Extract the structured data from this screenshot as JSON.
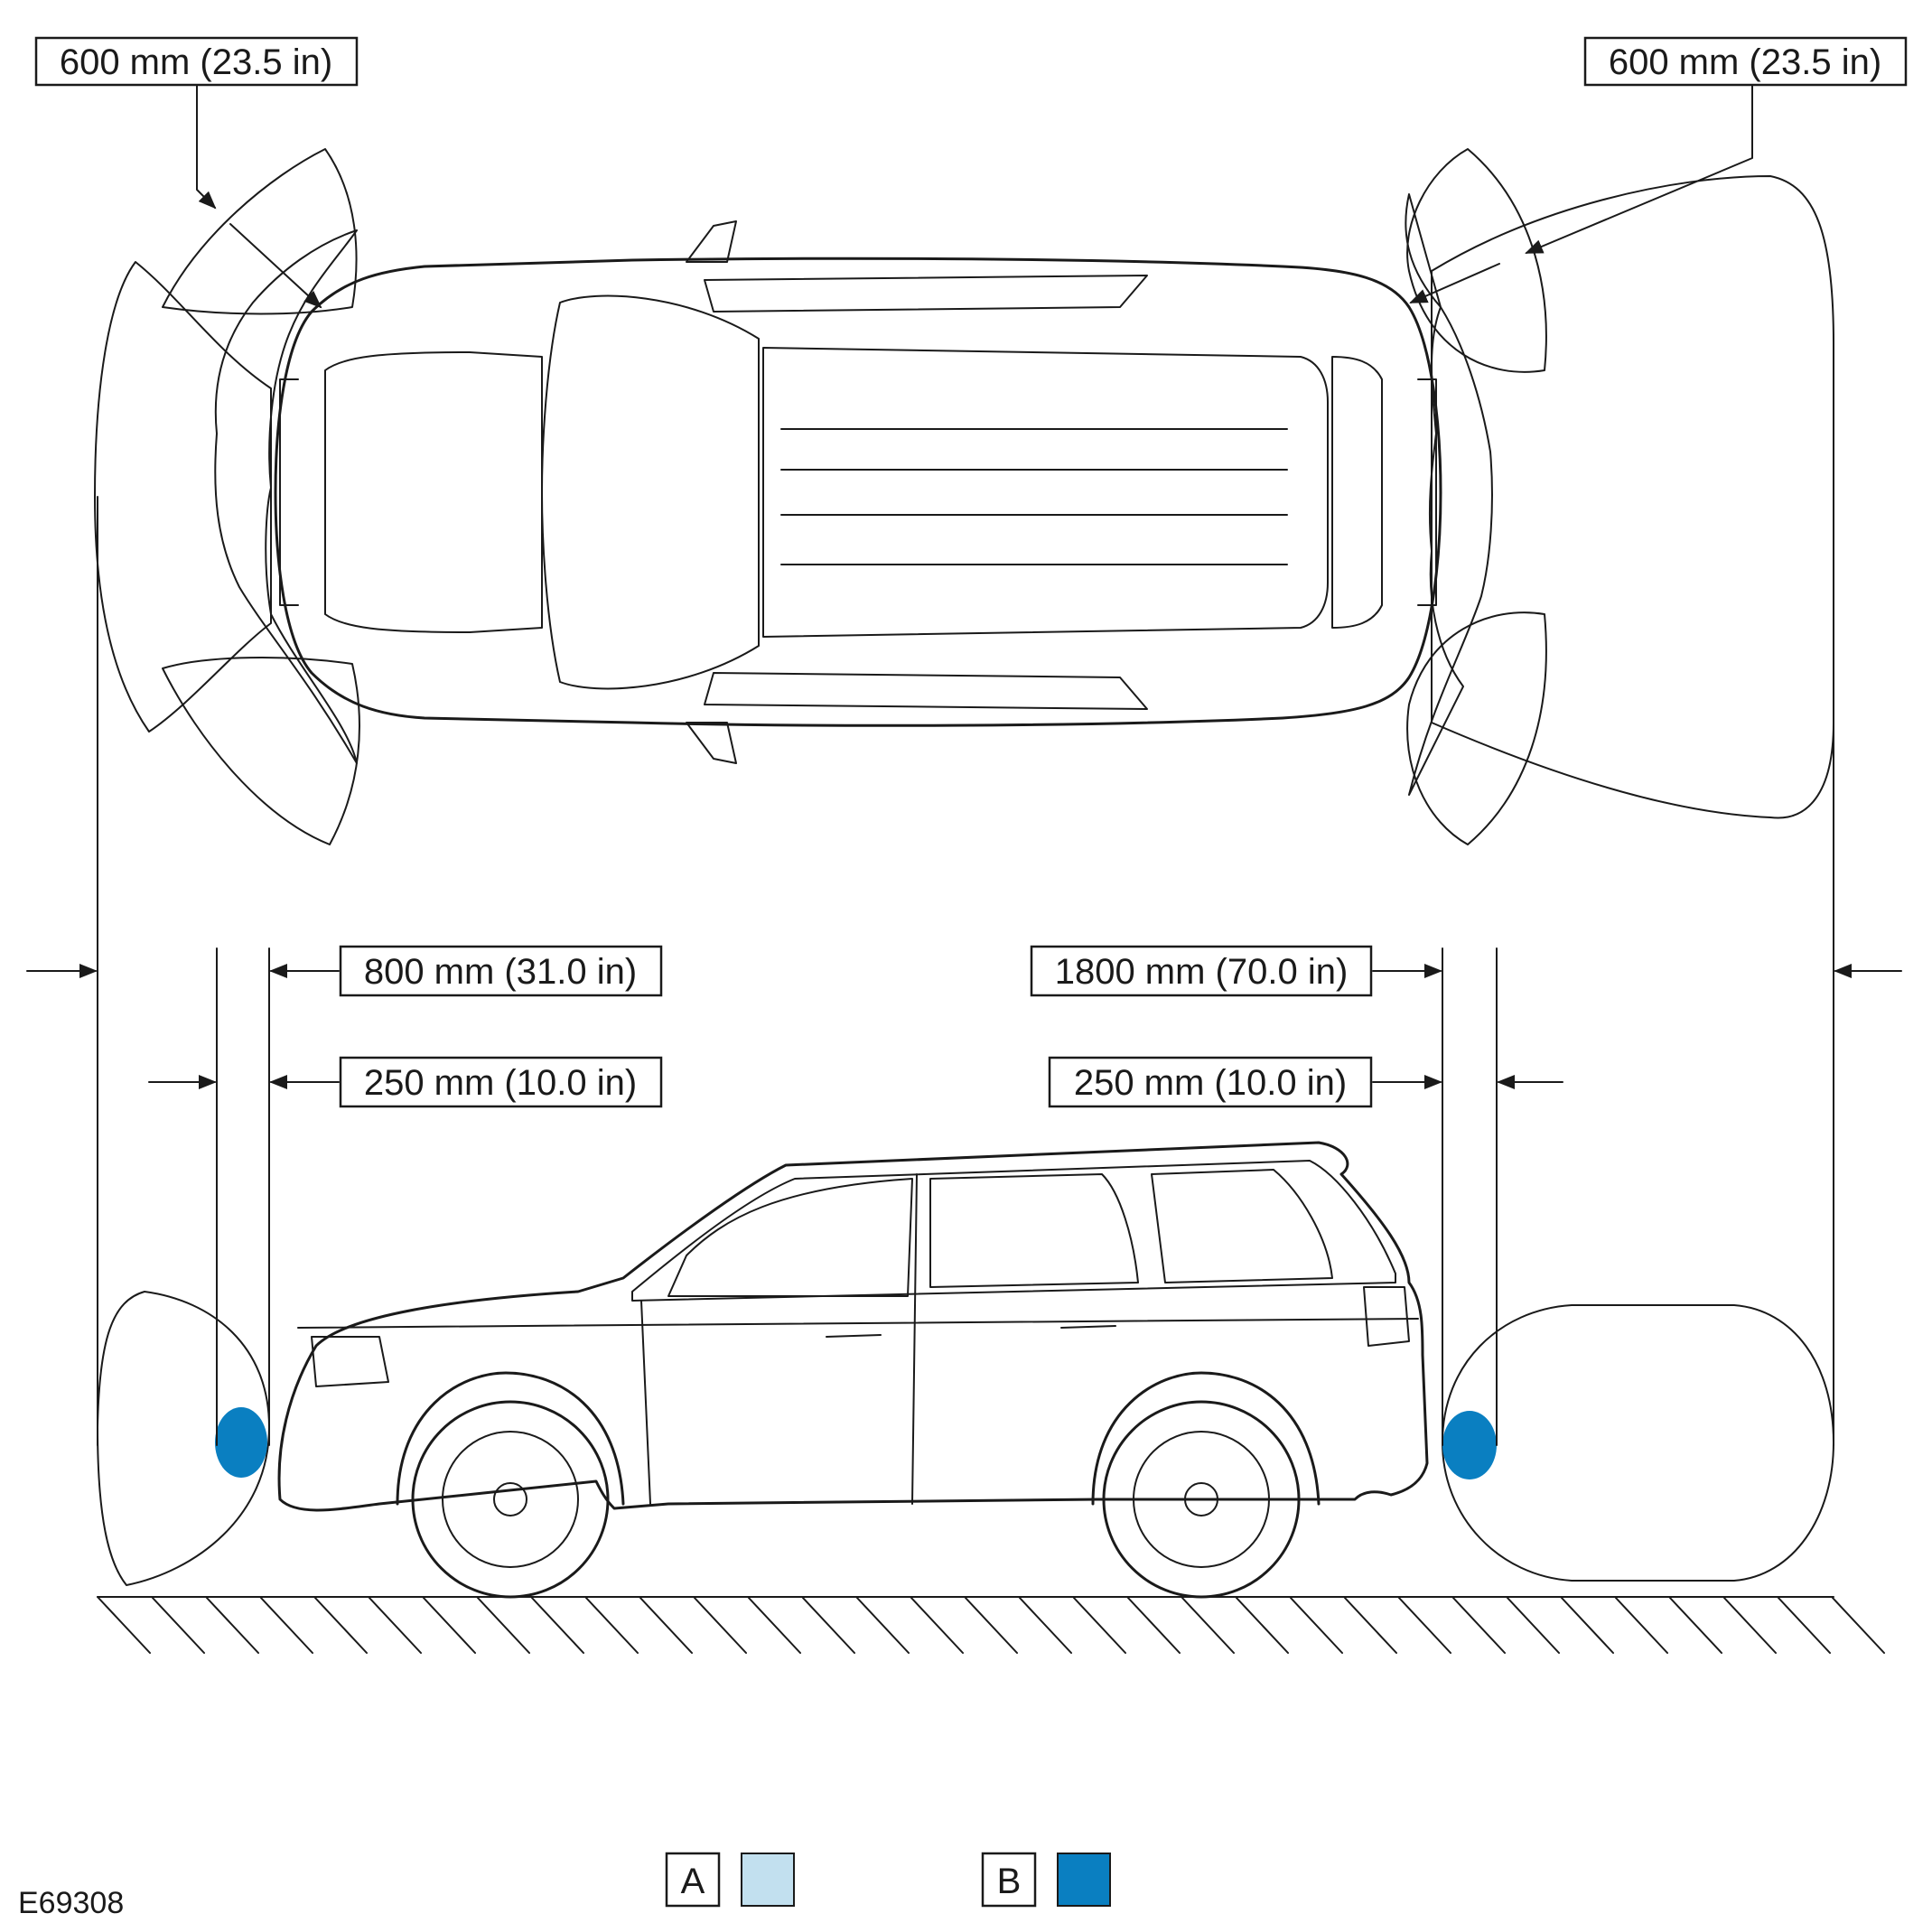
{
  "colors": {
    "zone_a": "#c2e0ef",
    "zone_b": "#0a7fc1",
    "line": "#1a1a1a",
    "background": "#ffffff"
  },
  "dimensions": {
    "front_corner": "600 mm (23.5 in)",
    "rear_corner": "600 mm (23.5 in)",
    "front_range": "800 mm (31.0 in)",
    "rear_range": "1800 mm (70.0 in)",
    "front_close": "250 mm (10.0 in)",
    "rear_close": "250 mm (10.0 in)"
  },
  "legend": [
    {
      "label": "A",
      "zone": "zone_a"
    },
    {
      "label": "B",
      "zone": "zone_b"
    }
  ],
  "figure_id": "E69308"
}
